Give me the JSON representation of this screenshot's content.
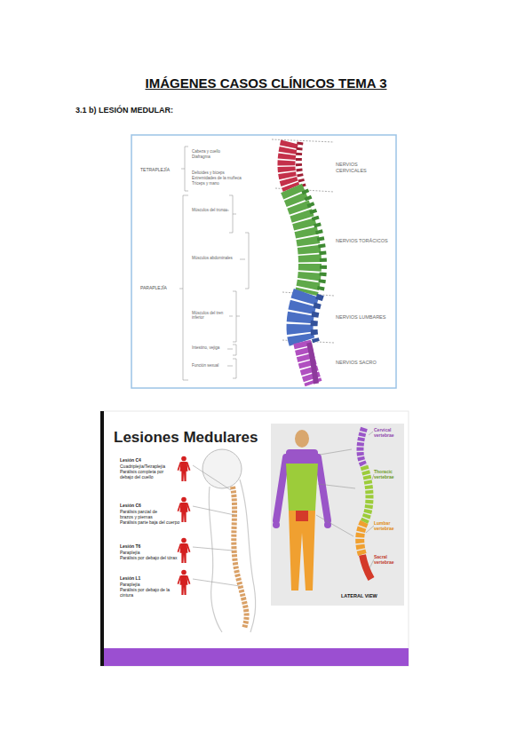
{
  "diagram": {
    "title": "IMÁGENES CASOS CLÍNICOS TEMA 3",
    "labels": [
      "3.1 b) LESIÓN MEDULAR:",
      "Cabeza y cuello",
      "Diafragma",
      "Deltoides y bíceps",
      "Extremidades de la muñeca",
      "Tríceps y mano",
      "TETRAPLEJÍA",
      "Músculos del tronco",
      "Músculos abdominales",
      "PARAPLEJÍA",
      "Músculos del tren inferior",
      "Intestino, vejiga",
      "Función sexual",
      "NERVIOS CERVICALES",
      "NERVIOS TORÁCICOS",
      "NERVIOS LUMBARES",
      "NERVIOS SACRO",
      "Lesiones Medulares",
      "Lesión C4",
      "Cuadriplejía/Tetraplejía",
      "Parálisis completa por debajo del cuello",
      "Lesión C6",
      "Parálisis parcial de brazos y piernas",
      "Parálisis parte baja del cuerpo",
      "Lesión T6",
      "Paraplejía",
      "Parálisis por debajo del tórax",
      "Lesión L1",
      "Paraplejía",
      "Parálisis por debajo de la cintura",
      "Cervical vertebrae",
      "Thoracic vertebrae",
      "Lumbar vertebrae",
      "Sacral vertebrae",
      "LATERAL VIEW"
    ]
  }
}
